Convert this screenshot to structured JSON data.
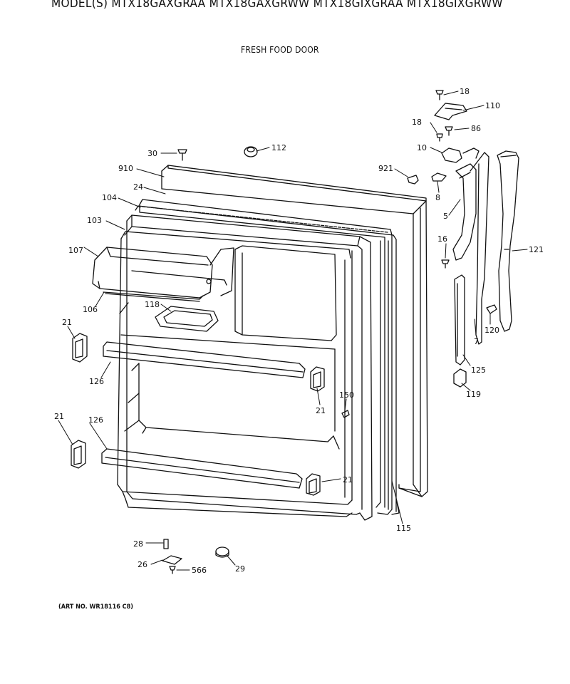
{
  "header": {
    "models": "MODEL(S) MTX18GAXGRAA  MTX18GAXGRWW  MTX18GIXGRAA  MTX18GIXGRWW",
    "title": "FRESH FOOD DOOR",
    "art_no": "(ART NO. WR18116 C8)"
  },
  "callouts": {
    "p18a": "18",
    "p110": "110",
    "p18b": "18",
    "p86": "86",
    "p10": "10",
    "p921": "921",
    "p8": "8",
    "p5": "5",
    "p16": "16",
    "p121": "121",
    "p120": "120",
    "p7": "7",
    "p125": "125",
    "p119": "119",
    "p30": "30",
    "p112": "112",
    "p910": "910",
    "p24": "24",
    "p104": "104",
    "p103": "103",
    "p107": "107",
    "p106": "106",
    "p118": "118",
    "p21a": "21",
    "p126a": "126",
    "p21b": "21",
    "p150": "150",
    "p21c": "21",
    "p126b": "126",
    "p21d": "21",
    "p115": "115",
    "p28": "28",
    "p26": "26",
    "p566": "566",
    "p29": "29"
  }
}
